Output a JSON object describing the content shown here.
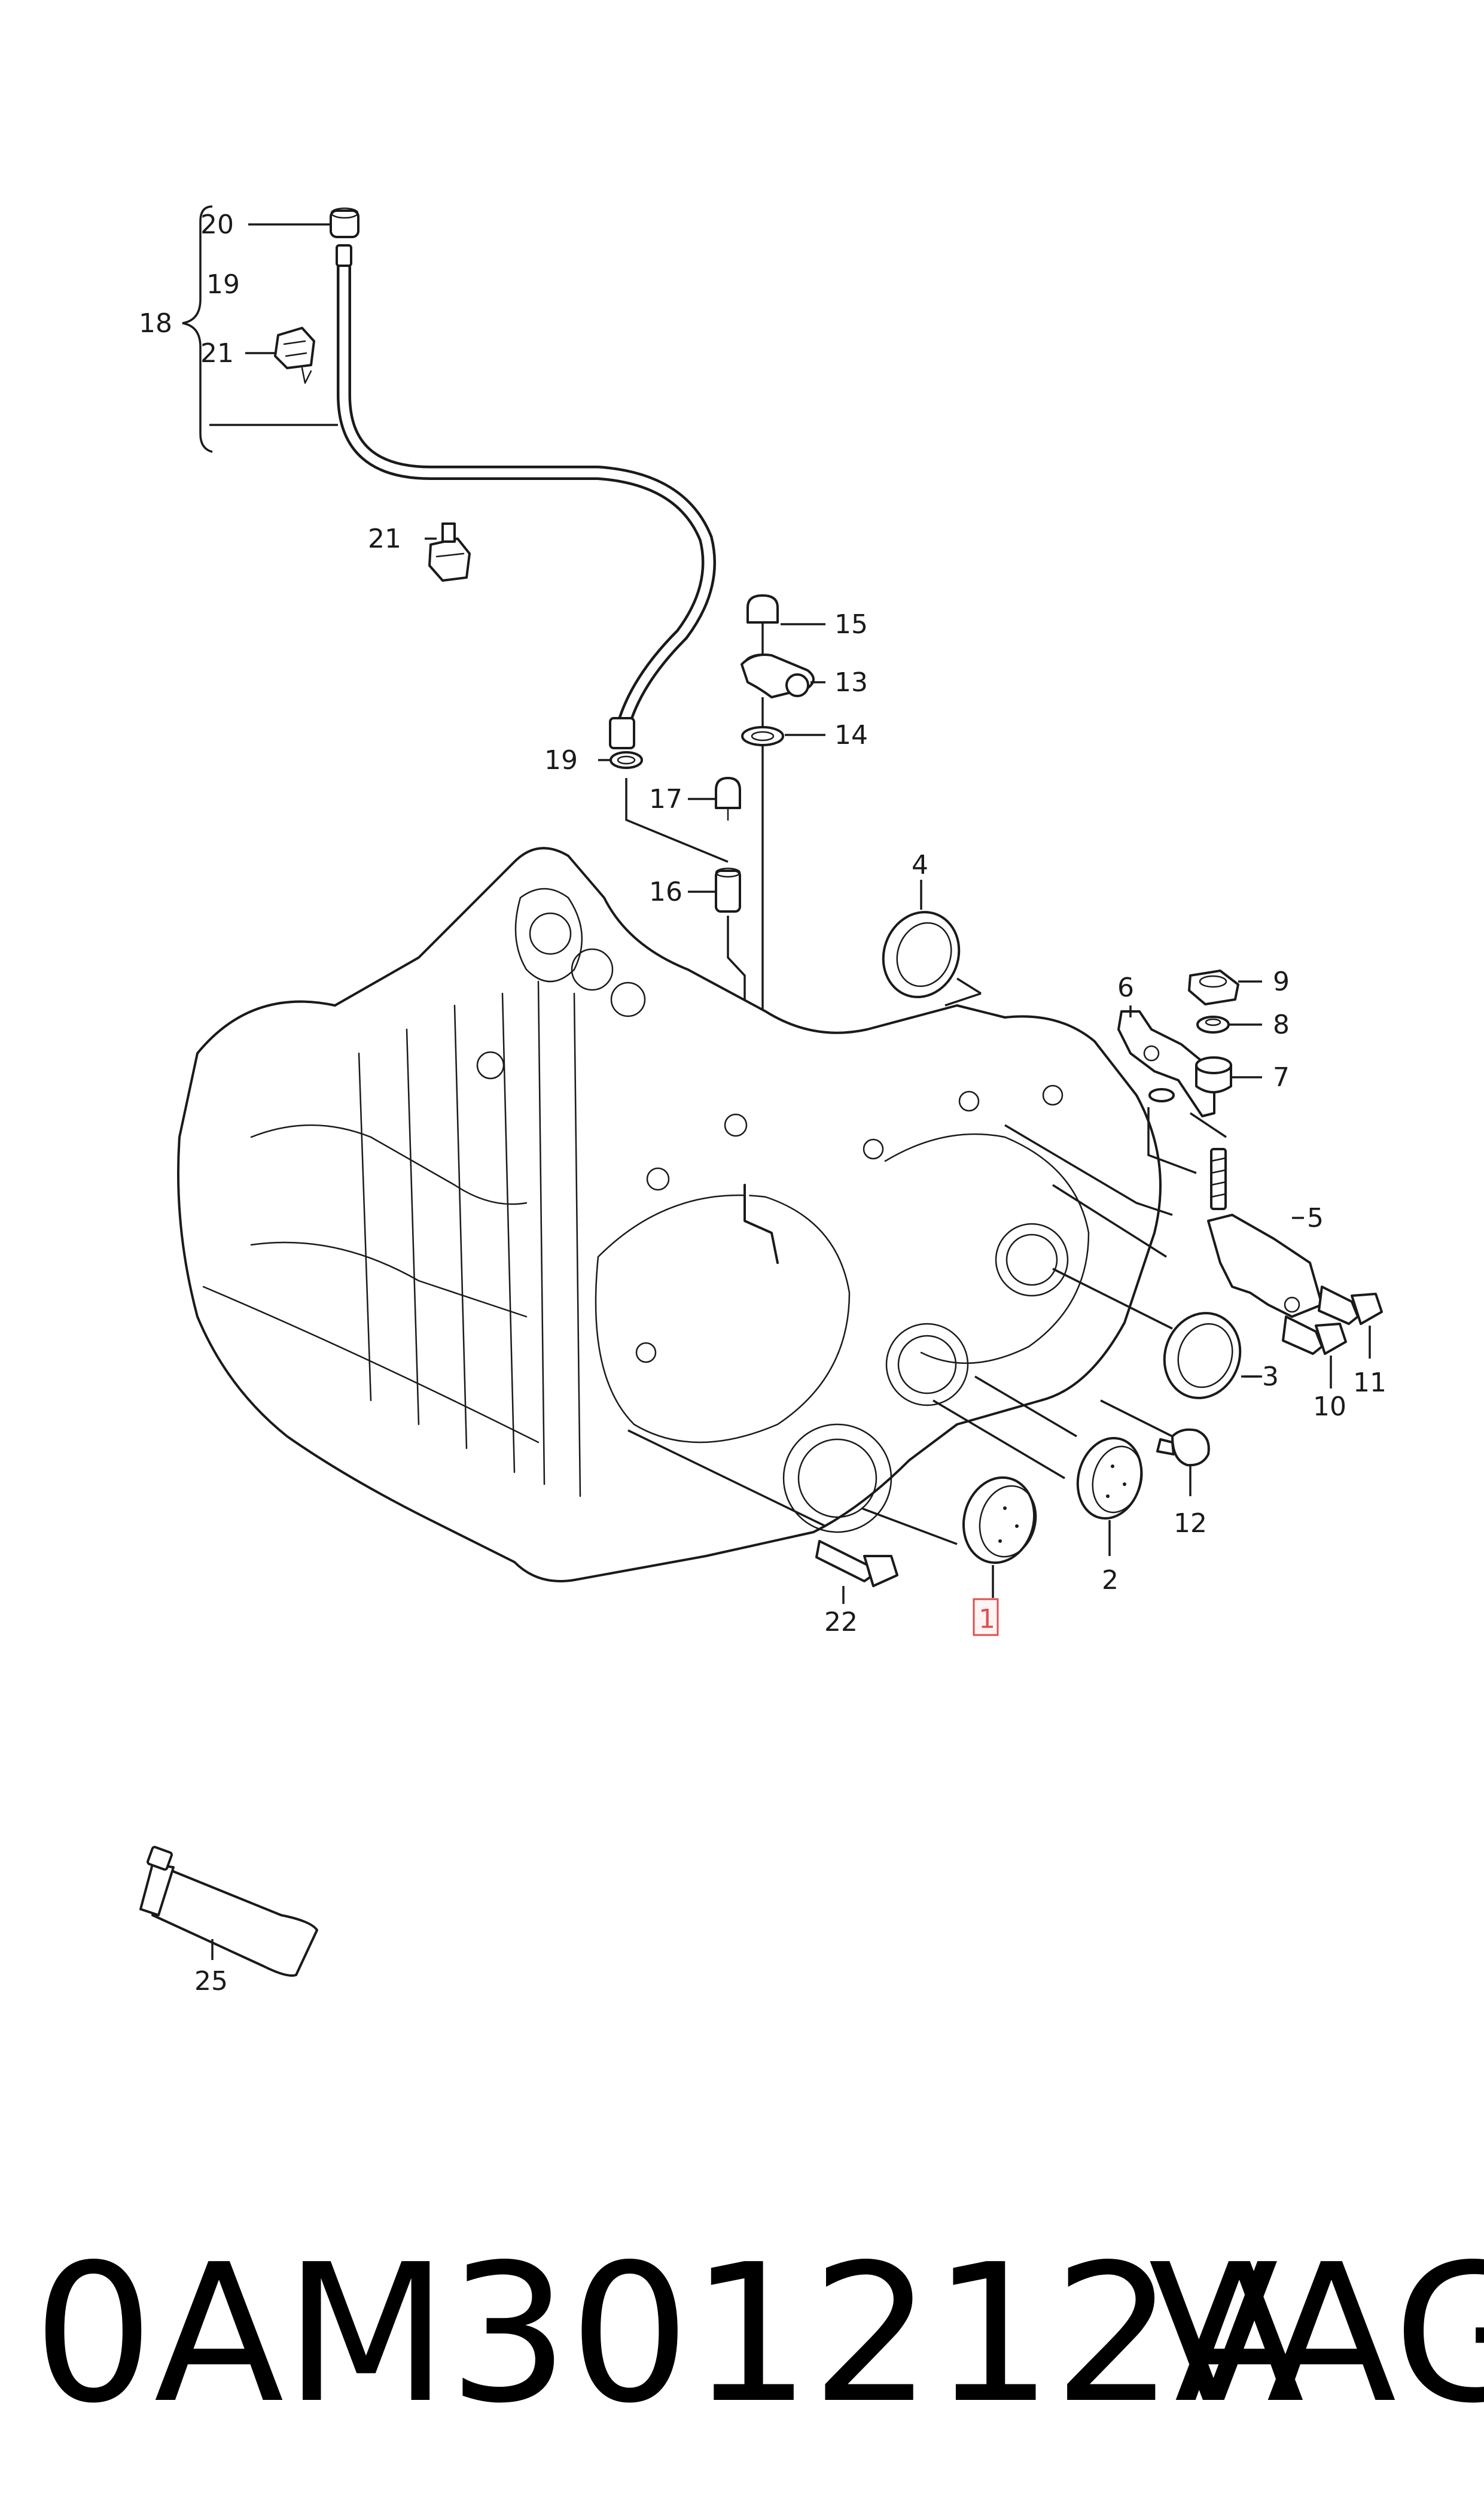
{
  "labels": {
    "c1": "1",
    "c2": "2",
    "c3": "3",
    "c4": "4",
    "c5": "5",
    "c6": "6",
    "c7": "7",
    "c8": "8",
    "c9": "9",
    "c10": "10",
    "c11": "11",
    "c12": "12",
    "c13": "13",
    "c14": "14",
    "c15": "15",
    "c16": "16",
    "c17": "17",
    "c18": "18",
    "c19a": "19",
    "c19b": "19",
    "c20": "20",
    "c21a": "21",
    "c21b": "21",
    "c22": "22",
    "c25": "25"
  },
  "highlighted_callout": "1",
  "highlight_color": "#e05050",
  "footer": {
    "part_number": "0AM301212A",
    "brand": "VAG"
  }
}
